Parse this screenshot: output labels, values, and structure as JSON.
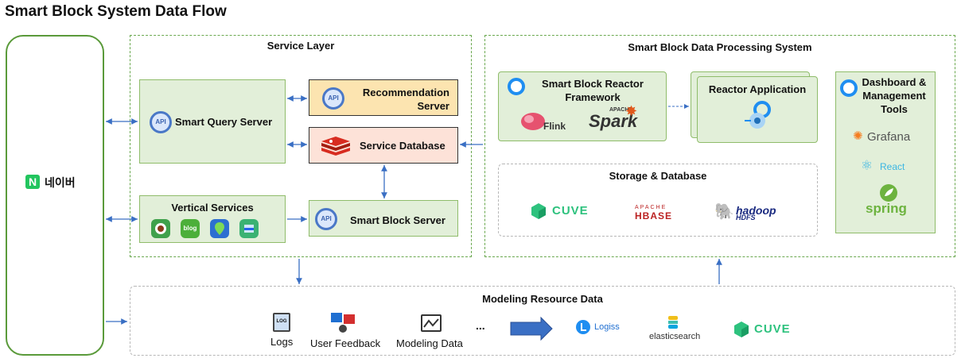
{
  "title": "Smart Block System Data Flow",
  "naver": {
    "logo": "N",
    "label": "네이버"
  },
  "service_layer": {
    "title": "Service Layer",
    "smart_query_server": "Smart Query Server",
    "recommendation_server": "Recommendation Server",
    "service_database": "Service Database",
    "vertical_services": "Vertical Services",
    "smart_block_server": "Smart Block Server",
    "api_badge": "API",
    "blog_icon_text": "blog"
  },
  "processing_system": {
    "title": "Smart Block Data Processing System",
    "reactor_framework": "Smart Block Reactor Framework",
    "flink": "Flink",
    "spark": "Spark",
    "spark_apache": "APACHE",
    "reactor_application": "Reactor Application",
    "dashboard": "Dashboard & Management Tools",
    "grafana": "Grafana",
    "react": "React",
    "spring": "spring",
    "storage_title": "Storage & Database",
    "cuve": "CUVE",
    "hbase_apache": "APACHE",
    "hbase": "HBASE",
    "hadoop": "hadoop",
    "hdfs": "HDFS"
  },
  "modeling": {
    "title": "Modeling Resource Data",
    "logs": "Logs",
    "log_icon_text": "LOG",
    "user_feedback": "User Feedback",
    "modeling_data": "Modeling Data",
    "ellipsis": "...",
    "logiss": "Logiss",
    "elasticsearch": "elasticsearch",
    "cuve": "CUVE"
  },
  "colors": {
    "green_border": "#6aa84f",
    "arrow_blue": "#3a6fc4",
    "naver_green": "#22c55e",
    "orange_fill": "#fce4b0",
    "pink_fill": "#fde2d8"
  }
}
